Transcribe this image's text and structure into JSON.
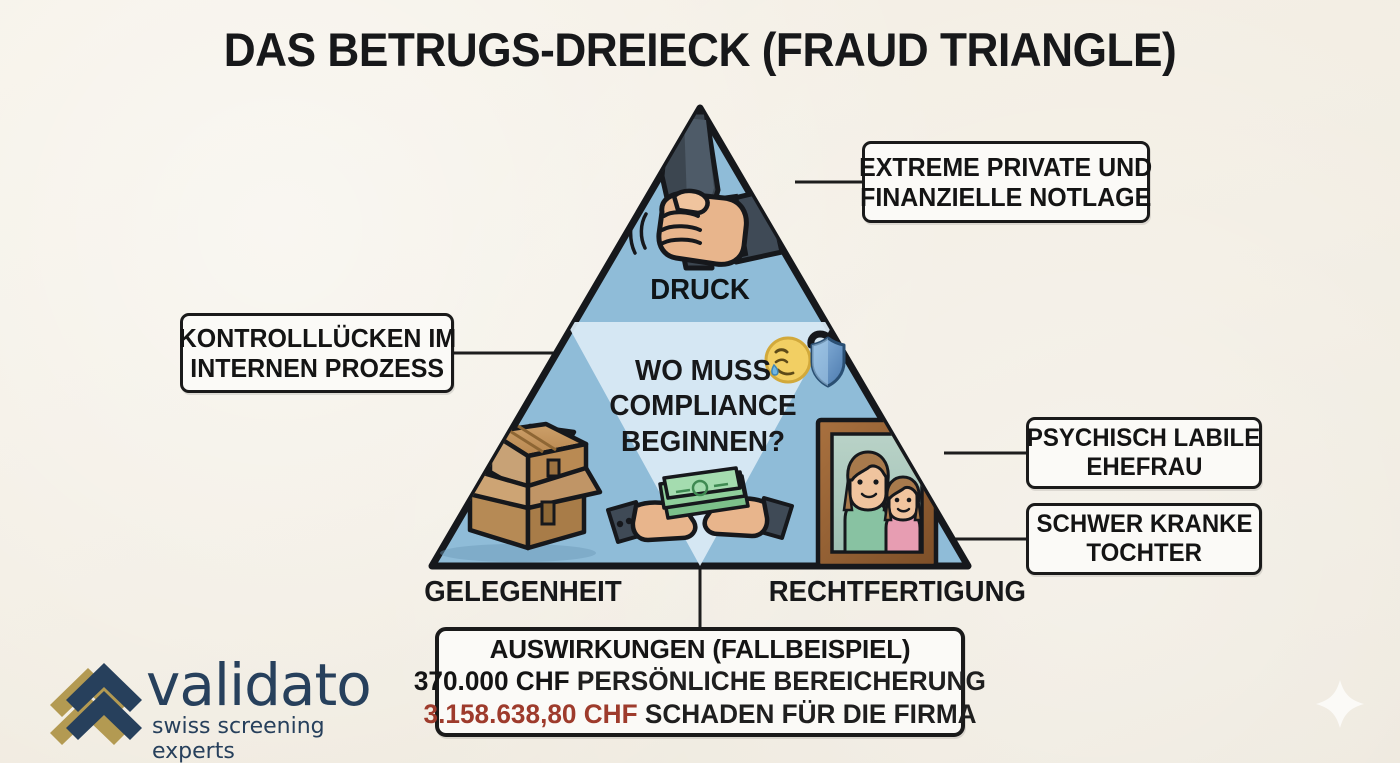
{
  "page": {
    "title": "DAS BETRUGS-DREIECK (FRAUD TRIANGLE)",
    "background_color": "#f2ede2"
  },
  "colors": {
    "background": "#f2ede2",
    "triangle_fill": "#8fbcd8",
    "triangle_inner_fill": "#d6e7f2",
    "triangle_stroke": "#16181c",
    "callout_fill": "#fbfaf7",
    "callout_stroke": "#1a1a1a",
    "text": "#17181a",
    "accent_red": "#9e3b2c",
    "logo_navy": "#27405c",
    "logo_gold": "#b39a52"
  },
  "triangle": {
    "apex_label": "DRUCK",
    "left_label": "GELEGENHEIT",
    "right_label": "RECHTFERTIGUNG",
    "center_question": [
      "WO MUSS",
      "COMPLIANCE",
      "BEGINNEN?"
    ],
    "icons": [
      {
        "name": "fist-gripping-tie-icon",
        "meaning": "pressure"
      },
      {
        "name": "open-cardboard-box-icon",
        "meaning": "opportunity / goods diversion"
      },
      {
        "name": "hands-exchanging-cash-icon",
        "meaning": "money changing hands"
      },
      {
        "name": "framed-family-photo-icon",
        "meaning": "wife and daughter"
      },
      {
        "name": "worried-face-question-shield-icon",
        "meaning": "compliance doubt"
      }
    ]
  },
  "callouts": {
    "extreme": {
      "lines": [
        "EXTREME PRIVATE UND",
        "FINANZIELLE NOTLAGE"
      ]
    },
    "kontroll": {
      "lines": [
        "KONTROLLLÜCKEN IM",
        "INTERNEN PROZESS"
      ]
    },
    "psychisch": {
      "lines": [
        "PSYCHISCH LABILE",
        "EHEFRAU"
      ]
    },
    "tochter": {
      "lines": [
        "SCHWER KRANKE",
        "TOCHTER"
      ]
    }
  },
  "impact": {
    "heading": "AUSWIRKUNGEN (FALLBEISPIEL)",
    "rows": [
      {
        "amount": "370.000 CHF",
        "label": "PERSÖNLICHE BEREICHERUNG",
        "amount_color": "#141414"
      },
      {
        "amount": "3.158.638,80 CHF",
        "label": "SCHADEN FÜR DIE FIRMA",
        "amount_color": "#9e3b2c"
      }
    ]
  },
  "logo": {
    "wordmark": "validato",
    "tagline": "swiss screening experts",
    "mark_name": "validato-double-chevron-mark"
  },
  "decorations": {
    "sparkle": {
      "name": "sparkle-icon"
    }
  }
}
